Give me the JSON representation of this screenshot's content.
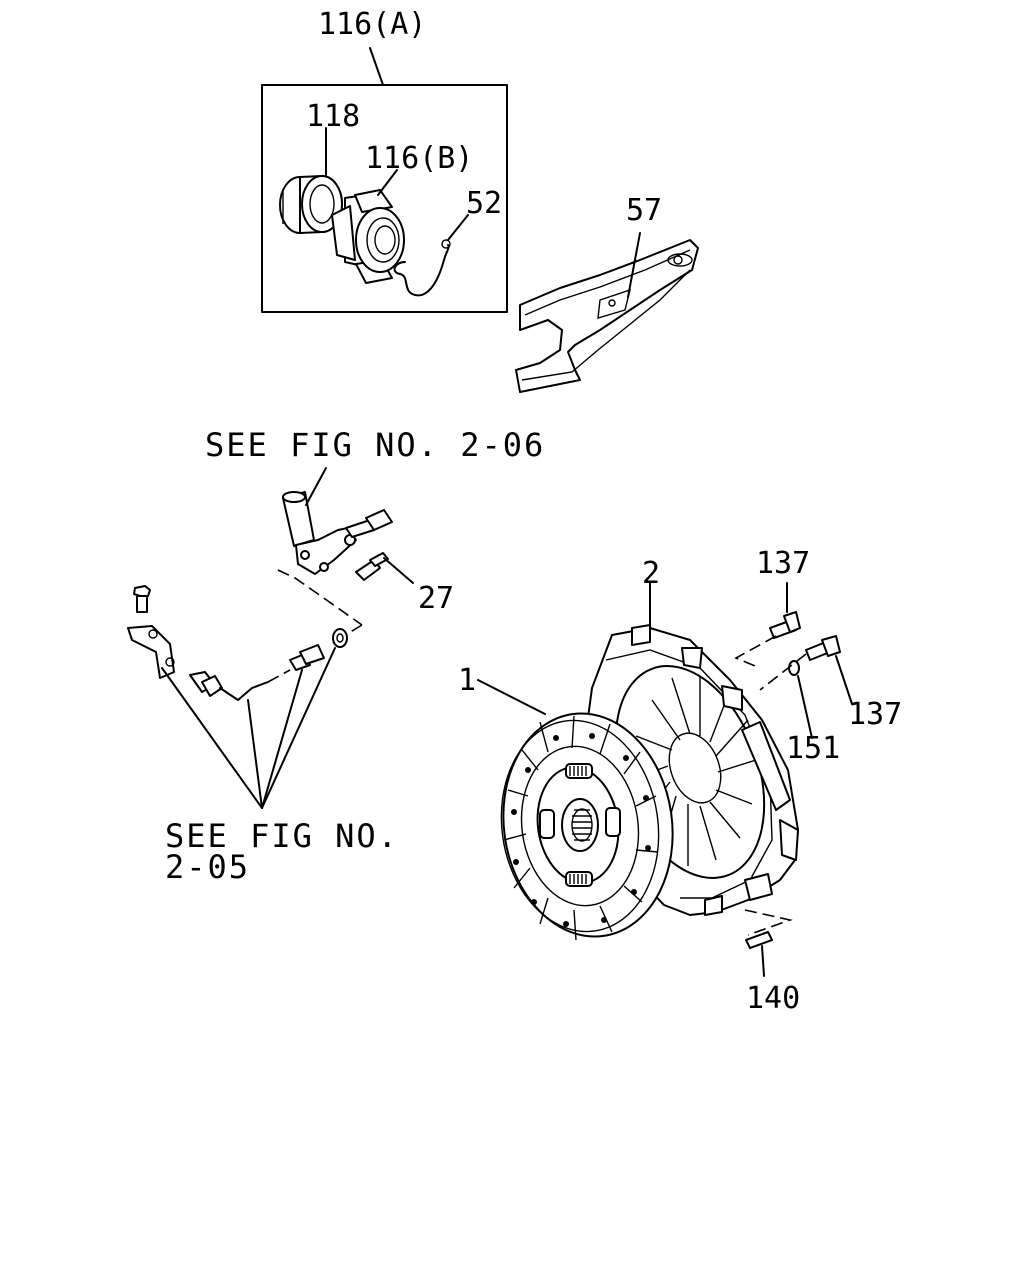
{
  "callouts": {
    "c116a": "116(A)",
    "c118": "118",
    "c116b": "116(B)",
    "c52": "52",
    "c57": "57",
    "c27": "27",
    "c2": "2",
    "c137_top": "137",
    "c137_right": "137",
    "c151": "151",
    "c1": "1",
    "c140": "140"
  },
  "notes": {
    "see_fig_206": "SEE FIG NO. 2-06",
    "see_fig_205_line1": "SEE FIG NO.",
    "see_fig_205_line2": "2-05"
  }
}
